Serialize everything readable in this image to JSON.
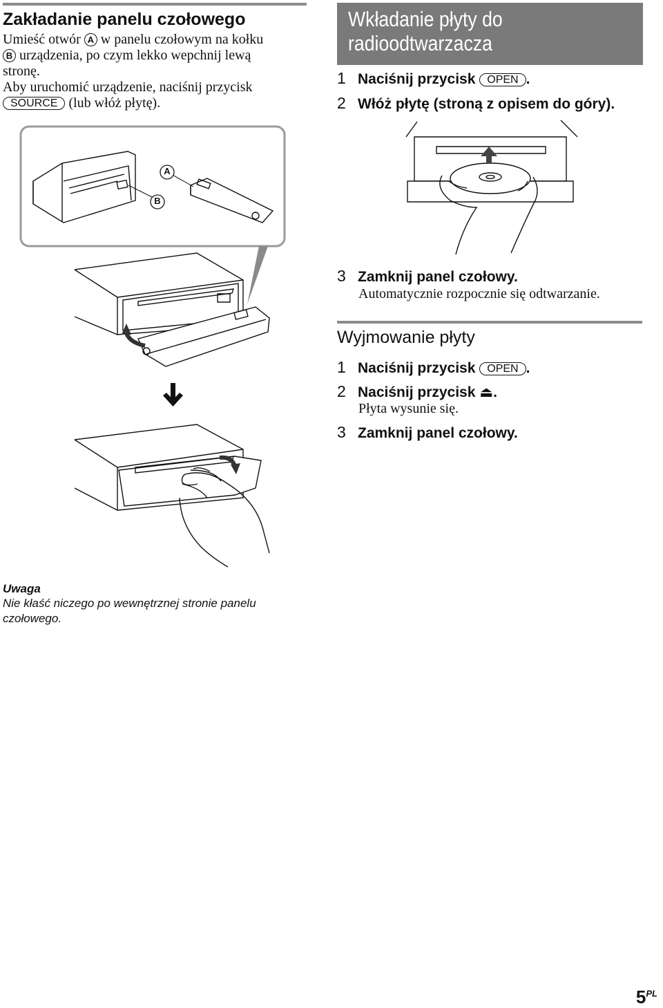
{
  "left": {
    "heading": "Zakładanie panelu czołowego",
    "p1": {
      "before_a": "Umieść otwór",
      "marker_a": "A",
      "between": "w panelu czołowym na kołku",
      "marker_b": "B",
      "after_b": "urządzenia, po czym lekko wepchnij lewą",
      "line3": "stronę."
    },
    "p2": {
      "line1": "Aby uruchomić urządzenie, naciśnij przycisk",
      "key": "SOURCE",
      "after_key": "(lub włóż płytę)."
    },
    "fig_label_a": "A",
    "fig_label_b": "B"
  },
  "right": {
    "banner_line1": "Wkładanie płyty do",
    "banner_line2": "radioodtwarzacza",
    "insert_steps": [
      {
        "num": "1",
        "text": "Naciśnij przycisk",
        "key": "OPEN",
        "after": "."
      },
      {
        "num": "2",
        "text": "Włóż płytę (stroną z opisem do góry)."
      },
      {
        "num": "3",
        "text": "Zamknij panel czołowy.",
        "sub": "Automatycznie rozpocznie się odtwarzanie."
      }
    ],
    "remove_heading": "Wyjmowanie płyty",
    "remove_steps": [
      {
        "num": "1",
        "text": "Naciśnij przycisk",
        "key": "OPEN",
        "after": "."
      },
      {
        "num": "2",
        "text": "Naciśnij przycisk",
        "symbol": "⏏",
        "after": ".",
        "sub": "Płyta wysunie się."
      },
      {
        "num": "3",
        "text": "Zamknij panel czołowy."
      }
    ]
  },
  "note": {
    "title": "Uwaga",
    "text": "Nie kłaść niczego po wewnętrznej stronie panelu czołowego."
  },
  "page": {
    "number": "5",
    "suffix": "PL"
  },
  "icons": [
    "eject-icon",
    "down-arrow-icon"
  ]
}
